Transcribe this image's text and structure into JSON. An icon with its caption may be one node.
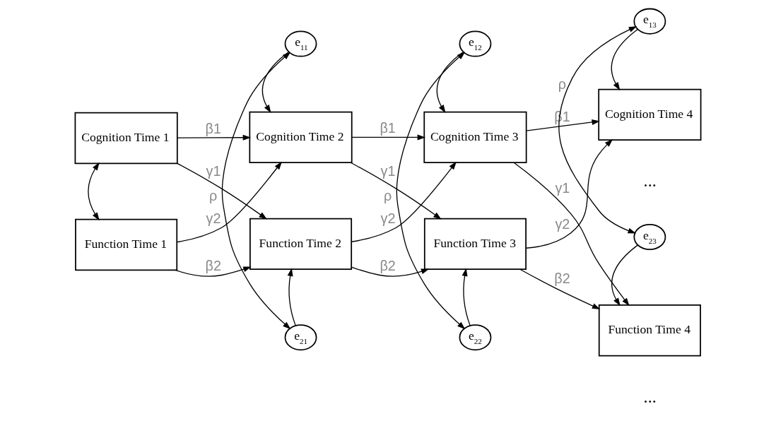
{
  "diagram": {
    "nodes": [
      {
        "text": [
          "Cognition Time 1"
        ]
      },
      {
        "text": [
          "Cognition Time 2"
        ]
      },
      {
        "text": [
          "Cognition Time 3"
        ]
      },
      {
        "text": [
          "Cognition Time 4"
        ],
        "beside": [
          "..."
        ]
      },
      {
        "text": [
          "Function Time 1"
        ]
      },
      {
        "text": [
          "Function Time 2"
        ]
      },
      {
        "text": [
          "Function Time 3"
        ]
      },
      {
        "text": [
          "Function Time 4"
        ],
        "beside": [
          "..."
        ]
      },
      {
        "text": [
          "e$_{11}$"
        ]
      },
      {
        "text": [
          "e$_{12}$"
        ]
      },
      {
        "text": [
          "e$_{13}$"
        ]
      },
      {
        "text": [
          "e$_{21}$"
        ]
      },
      {
        "text": [
          "e$_{22}$"
        ]
      },
      {
        "text": [
          "e$_{23}$"
        ]
      }
    ],
    "edges": [
      {
        "from": 0,
        "to": 4,
        "arrow": "both"
      },
      {
        "from": 0,
        "to": 1,
        "arrow": "to",
        "label": "β1"
      },
      {
        "from": 1,
        "to": 2,
        "arrow": "to",
        "label": "β1"
      },
      {
        "from": 2,
        "to": 3,
        "arrow": "to",
        "label": "β1"
      },
      {
        "from": 4,
        "to": 5,
        "arrow": "to",
        "label": "β2"
      },
      {
        "from": 5,
        "to": 6,
        "arrow": "to",
        "label": "β2"
      },
      {
        "from": 6,
        "to": 7,
        "arrow": "to",
        "label": "β2"
      },
      {
        "from": 0,
        "to": 5,
        "arrow": "to",
        "label": "γ1"
      },
      {
        "from": 4,
        "to": 1,
        "arrow": "to",
        "label": "γ2"
      },
      {
        "from": 1,
        "to": 6,
        "arrow": "to",
        "label": "γ1"
      },
      {
        "from": 5,
        "to": 2,
        "arrow": "to",
        "label": "γ2"
      },
      {
        "from": 2,
        "to": 7,
        "arrow": "to",
        "label": "γ1"
      },
      {
        "from": 6,
        "to": 3,
        "arrow": "to",
        "label": "γ2"
      },
      {
        "from": 8,
        "to": 1,
        "arrow": "to"
      },
      {
        "from": 9,
        "to": 2,
        "arrow": "to"
      },
      {
        "from": 10,
        "to": 3,
        "arrow": "to"
      },
      {
        "from": 11,
        "to": 5,
        "arrow": "to"
      },
      {
        "from": 12,
        "to": 6,
        "arrow": "to"
      },
      {
        "from": 13,
        "to": 7,
        "arrow": "to"
      },
      {
        "from": 8,
        "to": 11,
        "arrow": "both",
        "label": "ρ"
      },
      {
        "from": 9,
        "to": 12,
        "arrow": "both",
        "label": "ρ"
      },
      {
        "from": 10,
        "to": 13,
        "arrow": "both",
        "label": "ρ"
      }
    ]
  }
}
